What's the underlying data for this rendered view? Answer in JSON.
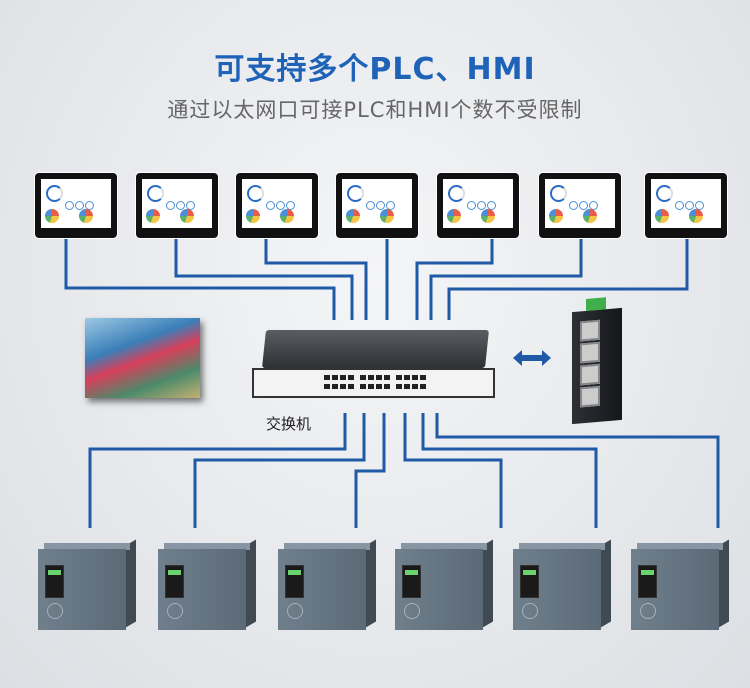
{
  "header": {
    "title": "可支持多个PLC、HMI",
    "subtitle": "通过以太网口可接PLC和HMI个数不受限制"
  },
  "switch": {
    "label": "交换机"
  },
  "hmi_count": 7,
  "plc_count": 6,
  "colors": {
    "title": "#1e63b8",
    "line": "#1f5aa6",
    "subtitle": "#666666"
  }
}
